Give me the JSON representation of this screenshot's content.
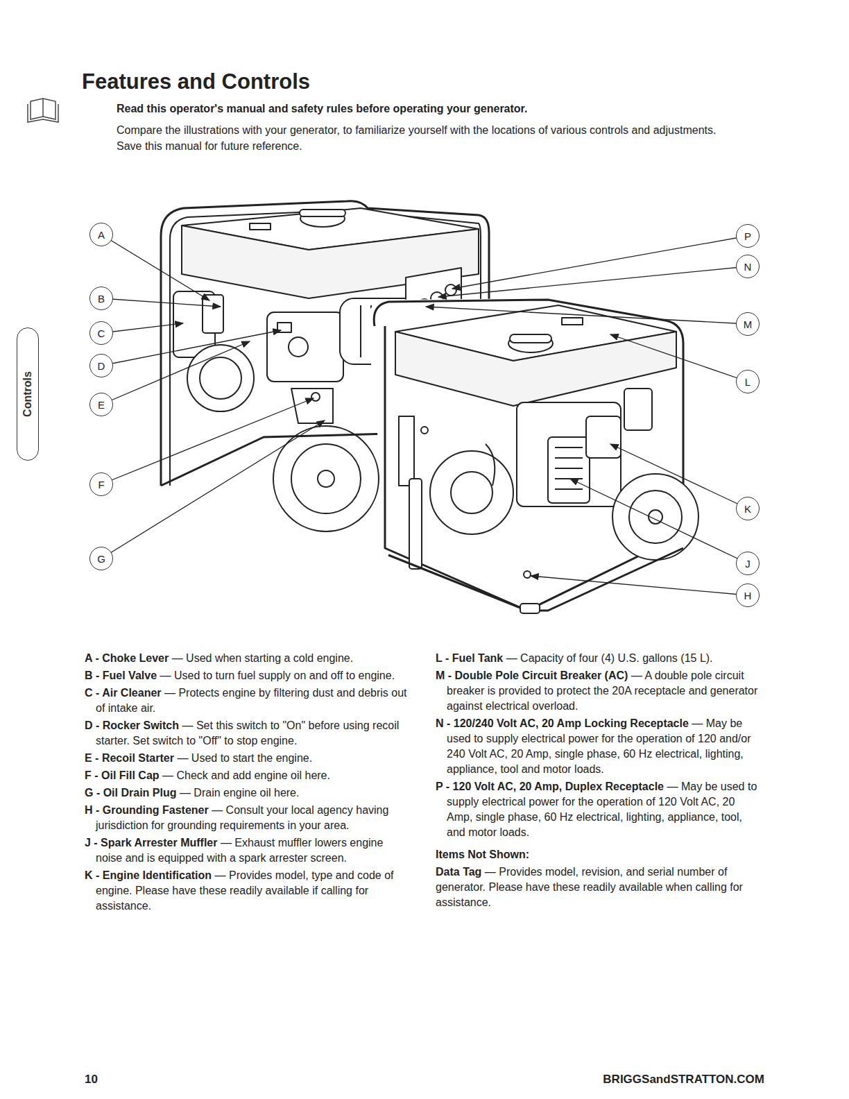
{
  "diagram": {
    "title": "Features and Controls",
    "nodes": [
      {
        "text": [
          "A"
        ]
      },
      {
        "text": [
          "B"
        ]
      },
      {
        "text": [
          "C"
        ]
      },
      {
        "text": [
          "D"
        ]
      },
      {
        "text": [
          "E"
        ]
      },
      {
        "text": [
          "F"
        ]
      },
      {
        "text": [
          "G"
        ]
      },
      {
        "text": [
          "P"
        ]
      },
      {
        "text": [
          "N"
        ]
      },
      {
        "text": [
          "M"
        ]
      },
      {
        "text": [
          "L"
        ]
      },
      {
        "text": [
          "K"
        ]
      },
      {
        "text": [
          "J"
        ]
      },
      {
        "text": [
          "H"
        ]
      },
      {
        "text": [
          "Controls"
        ]
      }
    ],
    "labels": [
      "Read this operator's manual and safety rules before operating your generator.",
      "Compare the illustrations with your generator, to familiarize yourself with the locations of various controls and adjustments. Save this manual for future reference.",
      "A - Choke Lever",
      "— Used when starting a cold engine.",
      "B - Fuel Valve",
      "— Used to turn fuel supply on and off to engine.",
      "C - Air Cleaner",
      "— Protects engine by filtering dust and debris out of intake air.",
      "D - Rocker Switch",
      "— Set this switch to \"On\" before using recoil starter. Set switch to \"Off\" to stop engine.",
      "E - Recoil Starter",
      "— Used to start the engine.",
      "F - Oil Fill Cap",
      "— Check and add engine oil here.",
      "G - Oil Drain Plug",
      "— Drain engine oil here.",
      "H - Grounding Fastener",
      "— Consult your local agency having jurisdiction for grounding requirements in your area.",
      "J - Spark Arrester Muffler",
      "— Exhaust muffler lowers engine noise and is equipped with a spark arrester screen.",
      "K - Engine Identification",
      "— Provides model, type and code of engine. Please have these readily available if calling for assistance.",
      "L - Fuel Tank",
      "— Capacity of four (4) U.S. gallons (15 L).",
      "M - Double Pole Circuit Breaker (AC)",
      "— A double pole circuit breaker is provided to protect the 20A receptacle and generator against electrical overload.",
      "N - 120/240 Volt AC, 20 Amp Locking Receptacle",
      "— May be used to supply electrical power for the operation of 120 and/or 240 Volt AC, 20 Amp, single phase, 60 Hz electrical, lighting, appliance, tool and motor loads.",
      "P - 120 Volt AC, 20 Amp, Duplex Receptacle",
      "— May be used to supply electrical power for the operation of 120 Volt AC, 20 Amp, single phase, 60 Hz electrical, lighting, appliance, tool, and motor loads.",
      "Items Not Shown:",
      "Data Tag",
      "— Provides model, revision, and serial number of generator. Please have these readily available when calling for assistance.",
      "10",
      "BRIGGSandSTRATTON.COM"
    ]
  }
}
